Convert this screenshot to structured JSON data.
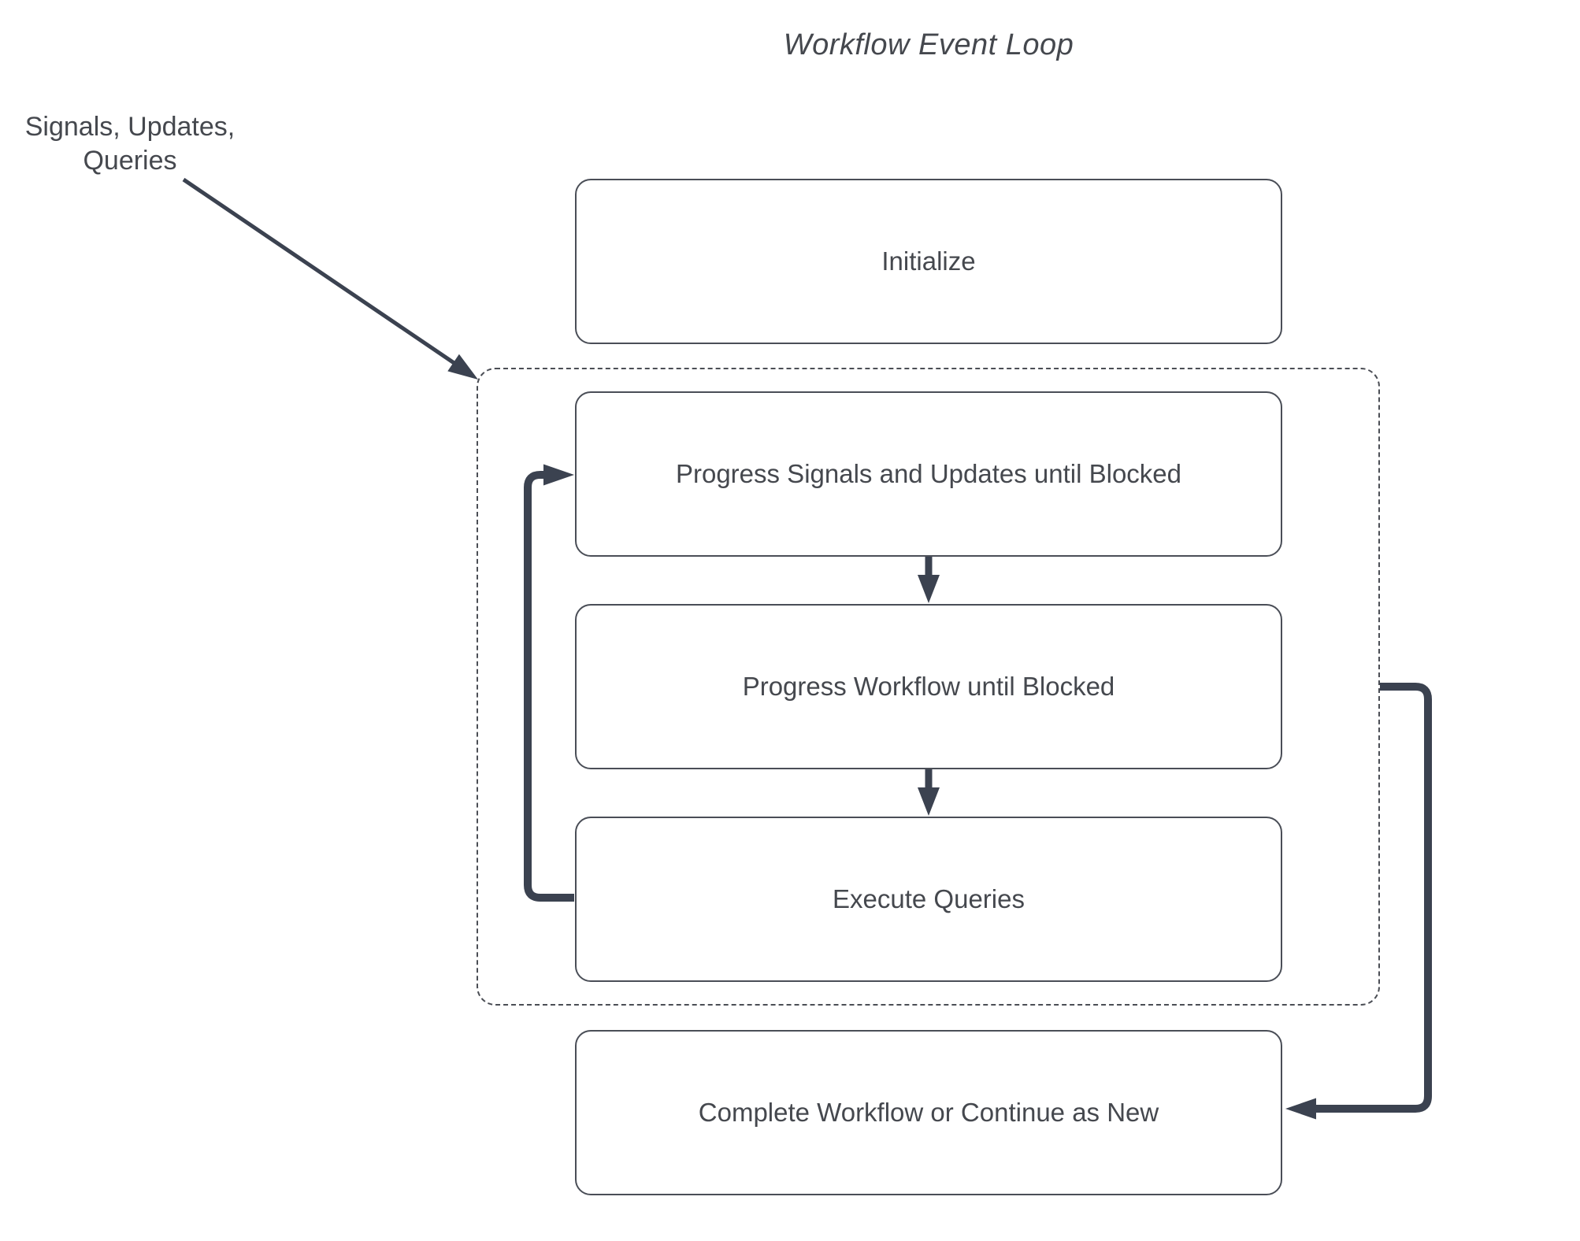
{
  "title": "Workflow Event Loop",
  "annotation": {
    "line1": "Signals, Updates,",
    "line2": "Queries"
  },
  "nodes": [
    {
      "id": "initialize",
      "label": "Initialize"
    },
    {
      "id": "progress-signals",
      "label": "Progress Signals and Updates until Blocked"
    },
    {
      "id": "progress-workflow",
      "label": "Progress Workflow until Blocked"
    },
    {
      "id": "execute-queries",
      "label": "Execute Queries"
    },
    {
      "id": "complete",
      "label": "Complete Workflow or Continue as New"
    }
  ],
  "colors": {
    "arrow": "#3b4250",
    "border": "#4a4e57",
    "dashed": "#4b4e55",
    "text": "#45484e"
  }
}
